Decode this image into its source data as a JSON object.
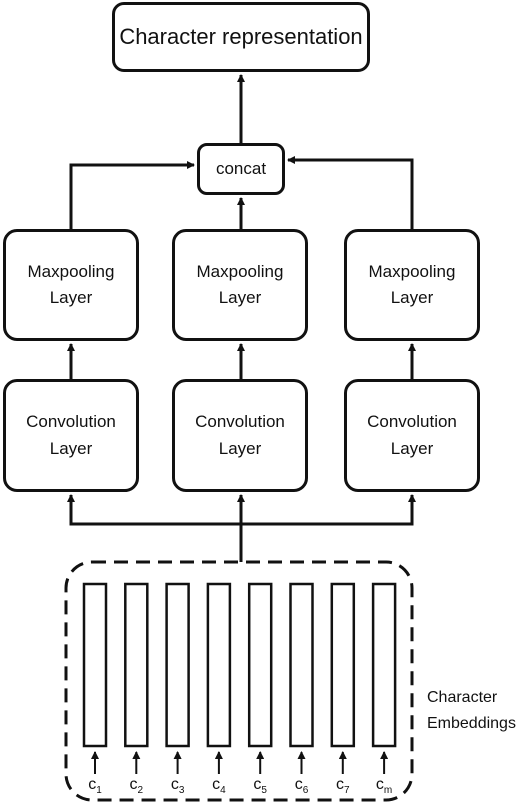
{
  "output_box": {
    "label": "Character representation"
  },
  "concat_box": {
    "label": "concat"
  },
  "columns": [
    {
      "maxpool": [
        "Maxpooling",
        "Layer"
      ],
      "conv": [
        "Convolution",
        "Layer"
      ]
    },
    {
      "maxpool": [
        "Maxpooling",
        "Layer"
      ],
      "conv": [
        "Convolution",
        "Layer"
      ]
    },
    {
      "maxpool": [
        "Maxpooling",
        "Layer"
      ],
      "conv": [
        "Convolution",
        "Layer"
      ]
    }
  ],
  "embeddings": {
    "label": [
      "Character",
      "Embeddings"
    ],
    "chars": [
      {
        "base": "c",
        "sub": "1"
      },
      {
        "base": "c",
        "sub": "2"
      },
      {
        "base": "c",
        "sub": "3"
      },
      {
        "base": "c",
        "sub": "4"
      },
      {
        "base": "c",
        "sub": "5"
      },
      {
        "base": "c",
        "sub": "6"
      },
      {
        "base": "c",
        "sub": "7"
      },
      {
        "base": "c",
        "sub": "m"
      }
    ]
  },
  "colors": {
    "stroke": "#111111",
    "background": "#ffffff"
  }
}
